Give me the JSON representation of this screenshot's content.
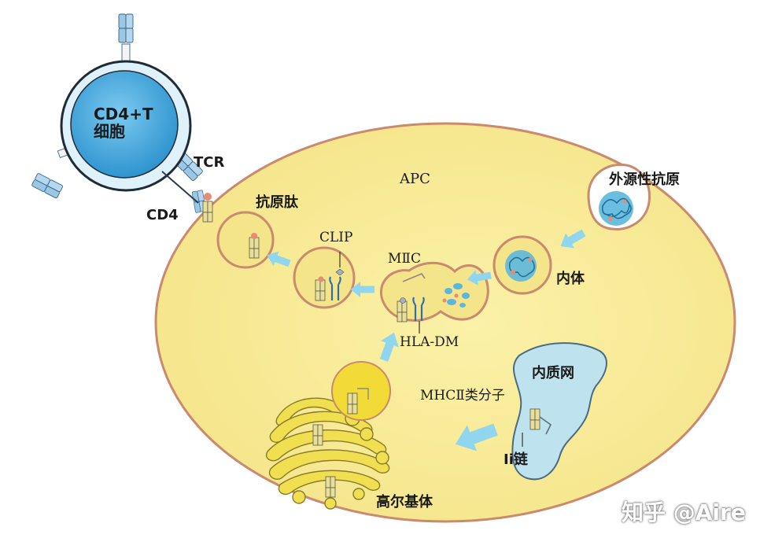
{
  "labels": {
    "t_cell": "CD4+T",
    "t_cell_line2": "细胞",
    "tcr": "TCR",
    "cd4": "CD4",
    "apc": "APC",
    "exogenous_antigen": "外源性抗原",
    "antigen_peptide": "抗原肽",
    "clip": "CLIP",
    "miic": "MⅡC",
    "endosome": "内体",
    "hla_dm": "HLA-DM",
    "er": "内质网",
    "mhc_ii": "MHCⅡ类分子",
    "ii_chain": "Ⅰi链",
    "golgi": "高尔基体"
  },
  "watermark": "知乎 @Aire",
  "colors": {
    "apc_fill": "#f8ec9a",
    "membrane": "#c98a6e",
    "t_cell_fill": "#5bb6e6",
    "t_cell_ring": "#dff1fb",
    "arrow": "#8fd6ee",
    "er_fill": "#bfe2ef",
    "golgi_fill": "#f1df52",
    "vesicle_fill": "#f2db36",
    "antigen": "#4aa9cf",
    "peptide": "#e58c72",
    "mhc": "#e9de9c",
    "receptor": "#8fbfdc"
  }
}
